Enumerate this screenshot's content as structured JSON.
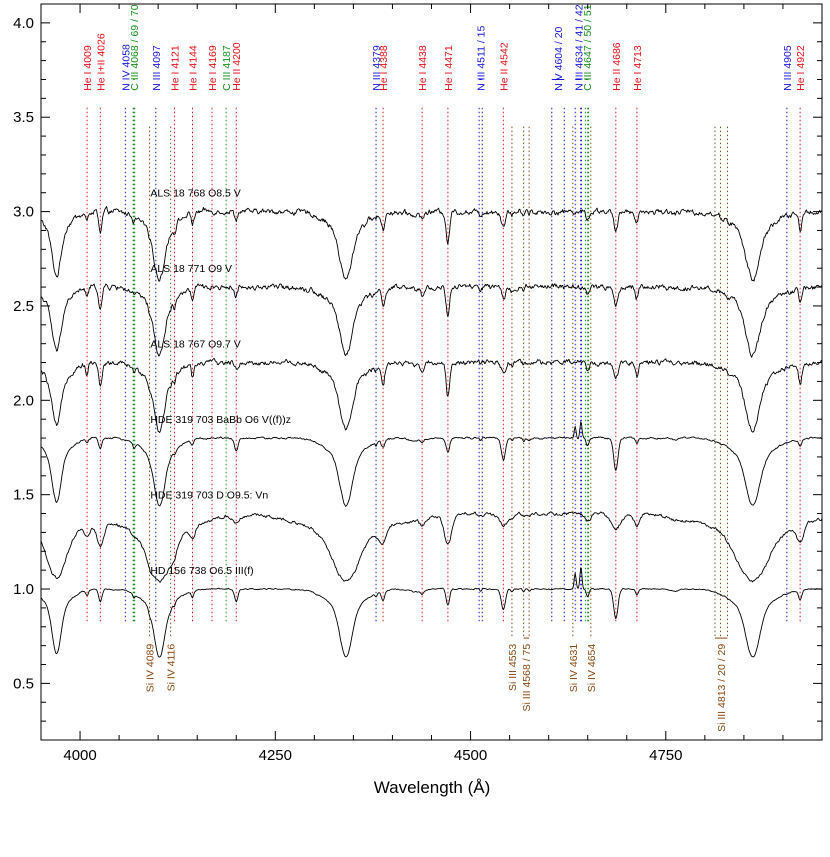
{
  "chart_data": {
    "type": "line",
    "xlabel": "Wavelength (Å)",
    "ylabel": "",
    "xlim": [
      3950,
      4950
    ],
    "ylim": [
      0.2,
      4.1
    ],
    "x_ticks": [
      4000,
      4250,
      4500,
      4750
    ],
    "y_ticks": [
      0.5,
      1.0,
      1.5,
      2.0,
      2.5,
      3.0,
      3.5,
      4.0
    ],
    "grid": false,
    "line_colors": {
      "He": "#e8121a",
      "N": "#1a1adb",
      "C": "#16931c",
      "Si": "#8b4a12",
      "spectrum": "#000000"
    },
    "series": [
      {
        "name": "ALS 18 768    O8.5 V",
        "offset": 3.0,
        "depth": 1.0,
        "noise": 0.022,
        "broad": 1.0,
        "nv": false,
        "niii_em": 0.0,
        "heii": 0.75,
        "hei": 1.0,
        "siiv": 0.5
      },
      {
        "name": "ALS 18 771    O9 V",
        "offset": 2.6,
        "depth": 1.0,
        "noise": 0.022,
        "broad": 1.0,
        "nv": false,
        "niii_em": 0.0,
        "heii": 0.7,
        "hei": 1.0,
        "siiv": 0.5
      },
      {
        "name": "ALS 18 767    O9.7 V",
        "offset": 2.2,
        "depth": 1.0,
        "noise": 0.02,
        "broad": 1.0,
        "nv": false,
        "niii_em": 0.0,
        "heii": 0.55,
        "hei": 1.15,
        "siiv": 0.55
      },
      {
        "name": "HDE 319 703 BaBb    O6 V((f))z",
        "offset": 1.8,
        "depth": 1.0,
        "noise": 0.007,
        "broad": 1.0,
        "nv": false,
        "niii_em": 0.06,
        "heii": 1.2,
        "hei": 0.45,
        "siiv": 0.15
      },
      {
        "name": "HDE 319 703 D    O9.5: Vn",
        "offset": 1.4,
        "depth": 1.0,
        "noise": 0.012,
        "broad": 2.2,
        "nv": false,
        "niii_em": 0.0,
        "heii": 0.6,
        "hei": 1.0,
        "siiv": 0.35
      },
      {
        "name": "HD 156 738    O6.5 III(f)",
        "offset": 1.0,
        "depth": 1.0,
        "noise": 0.005,
        "broad": 1.0,
        "nv": false,
        "niii_em": 0.08,
        "heii": 1.1,
        "hei": 0.55,
        "siiv": 0.4
      }
    ],
    "line_ids_top": [
      {
        "label": "He I 4009",
        "x": 4009,
        "elem": "He"
      },
      {
        "label": "He I+II 4026",
        "x": 4026,
        "elem": "He"
      },
      {
        "label": "N IV 4058",
        "x": 4058,
        "elem": "N"
      },
      {
        "label": "C III 4068 / 69 / 70",
        "x": 4069,
        "elem": "C",
        "xs": [
          4068,
          4069,
          4070
        ]
      },
      {
        "label": "N III 4097",
        "x": 4097,
        "elem": "N"
      },
      {
        "label": "He I 4121",
        "x": 4121,
        "elem": "He"
      },
      {
        "label": "He I 4144",
        "x": 4144,
        "elem": "He"
      },
      {
        "label": "He I 4169",
        "x": 4169,
        "elem": "He"
      },
      {
        "label": "C III 4187",
        "x": 4187,
        "elem": "C"
      },
      {
        "label": "He II 4200",
        "x": 4200,
        "elem": "He"
      },
      {
        "label": "N III 4379",
        "x": 4379,
        "elem": "N"
      },
      {
        "label": "He I 4388",
        "x": 4388,
        "elem": "He"
      },
      {
        "label": "He I 4438",
        "x": 4438,
        "elem": "He"
      },
      {
        "label": "He I 4471",
        "x": 4471,
        "elem": "He"
      },
      {
        "label": "N III 4511 / 15",
        "x": 4513,
        "elem": "N",
        "xs": [
          4511,
          4515
        ]
      },
      {
        "label": "He II 4542",
        "x": 4542,
        "elem": "He"
      },
      {
        "label": "N V 4604 / 20",
        "x": 4612,
        "elem": "N",
        "xs": [
          4604,
          4620
        ]
      },
      {
        "label": "N III 4634 / 41 / 42",
        "x": 4638,
        "elem": "N",
        "xs": [
          4634,
          4641,
          4642
        ]
      },
      {
        "label": "C III 4647 / 50 / 51",
        "x": 4649,
        "elem": "C",
        "xs": [
          4647,
          4650,
          4651
        ]
      },
      {
        "label": "He II 4686",
        "x": 4686,
        "elem": "He"
      },
      {
        "label": "He I 4713",
        "x": 4713,
        "elem": "He"
      },
      {
        "label": "N III 4905",
        "x": 4905,
        "elem": "N"
      },
      {
        "label": "He I 4922",
        "x": 4922,
        "elem": "He"
      }
    ],
    "line_ids_bottom": [
      {
        "label": "Si IV 4089",
        "x": 4089,
        "elem": "Si"
      },
      {
        "label": "Si IV 4116",
        "x": 4116,
        "elem": "Si"
      },
      {
        "label": "Si III 4553",
        "x": 4553,
        "elem": "Si"
      },
      {
        "label": "Si III 4568 / 75",
        "x": 4571,
        "elem": "Si",
        "xs": [
          4568,
          4575
        ]
      },
      {
        "label": "Si IV 4631",
        "x": 4631,
        "elem": "Si"
      },
      {
        "label": "Si IV 4654",
        "x": 4654,
        "elem": "Si"
      },
      {
        "label": "Si III 4813 / 20 / 29",
        "x": 4821,
        "elem": "Si",
        "xs": [
          4813,
          4820,
          4829
        ]
      }
    ]
  }
}
